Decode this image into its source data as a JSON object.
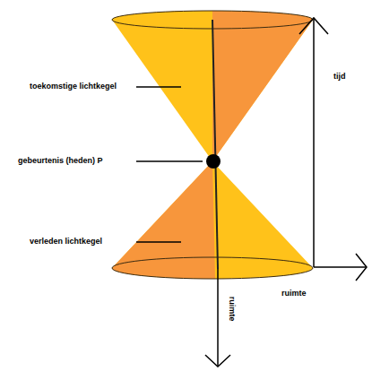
{
  "diagram": {
    "labels": [
      "toekomstige lichtkegel",
      "gebeurtenis (heden) P",
      "verleden lichtkegel",
      "tijd",
      "ruimte",
      "ruimte"
    ]
  }
}
